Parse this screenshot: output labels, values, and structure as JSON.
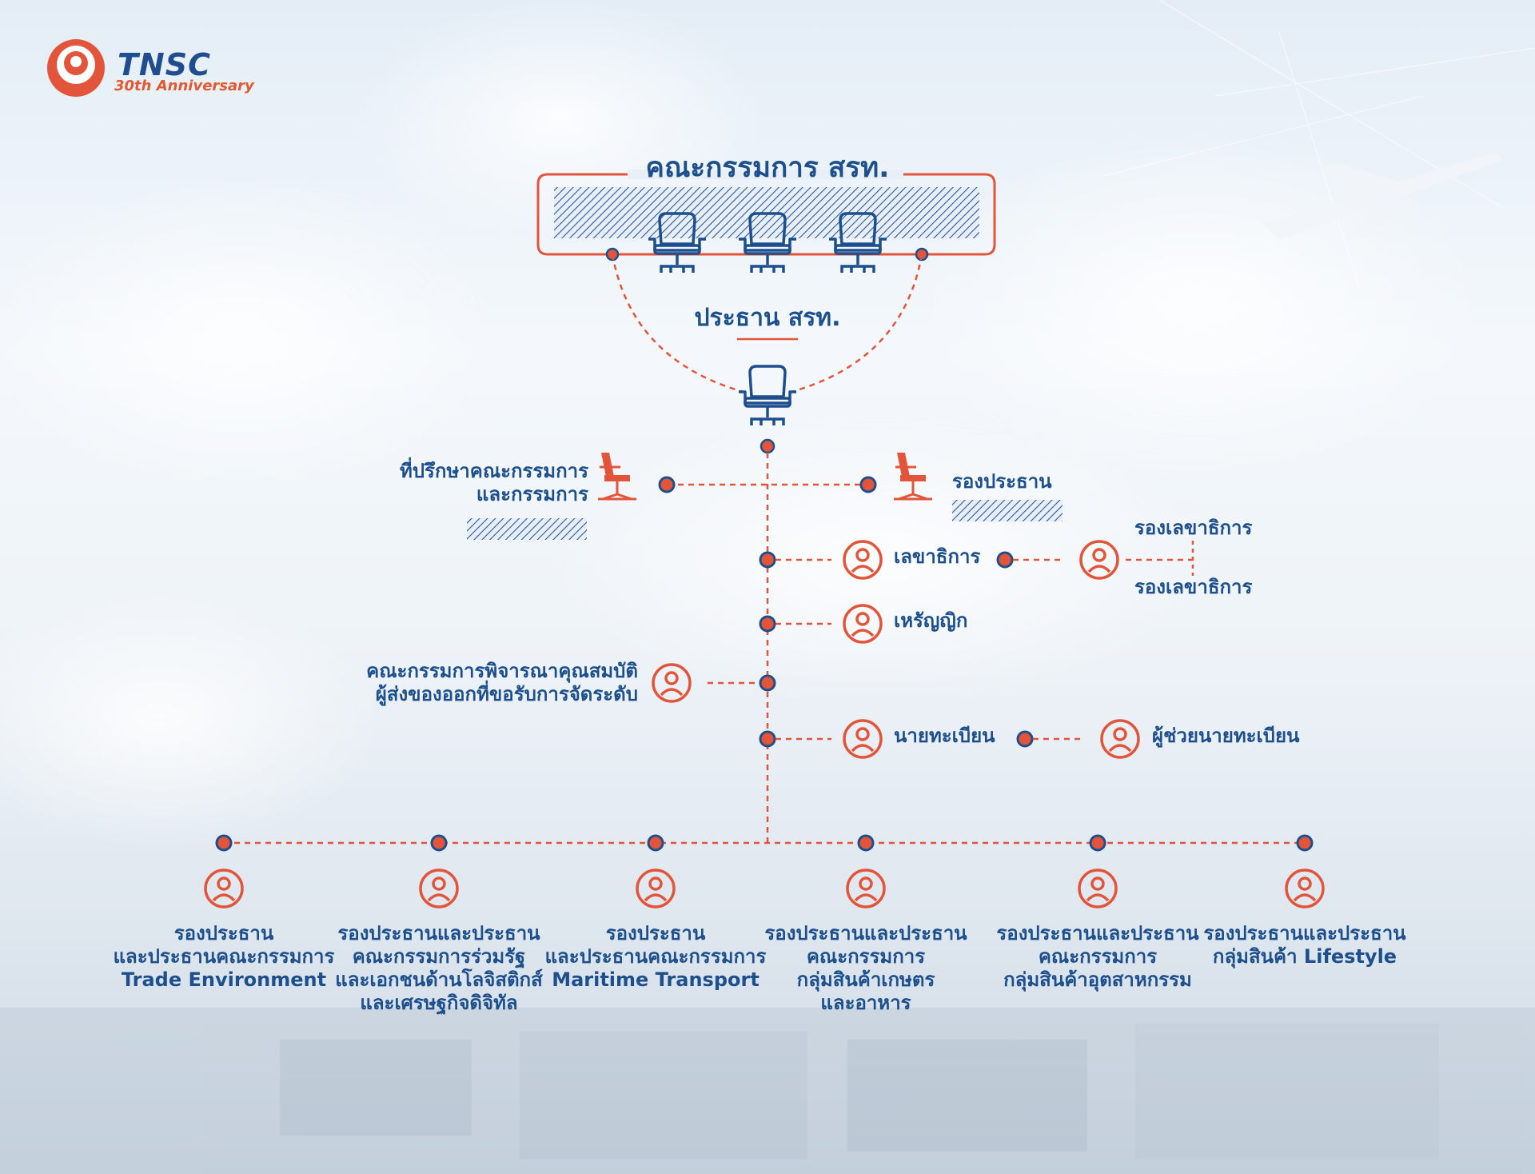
{
  "logo": {
    "name": "TNSC",
    "sub": "30th Anniversary"
  },
  "board": {
    "title": "คณะกรรมการ สรท."
  },
  "chairman": {
    "title": "ประธาน สรท."
  },
  "advisors": [
    "ที่ปรึกษาคณะกรรมการ",
    "และกรรมการ"
  ],
  "vice_chairman": "รองประธาน",
  "secretary": "เลขาธิการ",
  "deputy_secretaries": [
    "รองเลขาธิการ",
    "รองเลขาธิการ"
  ],
  "treasurer": "เหรัญญิก",
  "committee": [
    "คณะกรรมการพิจารณาคุณสมบัติ",
    "ผู้ส่งของออกที่ขอรับการจัดระดับ"
  ],
  "registrar": "นายทะเบียน",
  "assistant_registrar": "ผู้ช่วยนายทะเบียน",
  "divisions": [
    {
      "lines": [
        "รองประธาน",
        "และประธานคณะกรรมการ",
        "Trade Environment"
      ]
    },
    {
      "lines": [
        "รองประธานและประธาน",
        "คณะกรรมการร่วมรัฐ",
        "และเอกชนด้านโลจิสติกส์",
        "และเศรษฐกิจดิจิทัล"
      ]
    },
    {
      "lines": [
        "รองประธาน",
        "และประธานคณะกรรมการ",
        "Maritime Transport"
      ]
    },
    {
      "lines": [
        "รองประธานและประธาน",
        "คณะกรรมการ",
        "กลุ่มสินค้าเกษตร",
        "และอาหาร"
      ]
    },
    {
      "lines": [
        "รองประธานและประธาน",
        "คณะกรรมการ",
        "กลุ่มสินค้าอุตสาหกรรม"
      ]
    },
    {
      "lines": [
        "รองประธานและประธาน",
        "กลุ่มสินค้า Lifestyle"
      ]
    }
  ],
  "colors": {
    "navy": "#1c4f8c",
    "orange": "#e2553a",
    "hatch": "#2a5a99"
  }
}
